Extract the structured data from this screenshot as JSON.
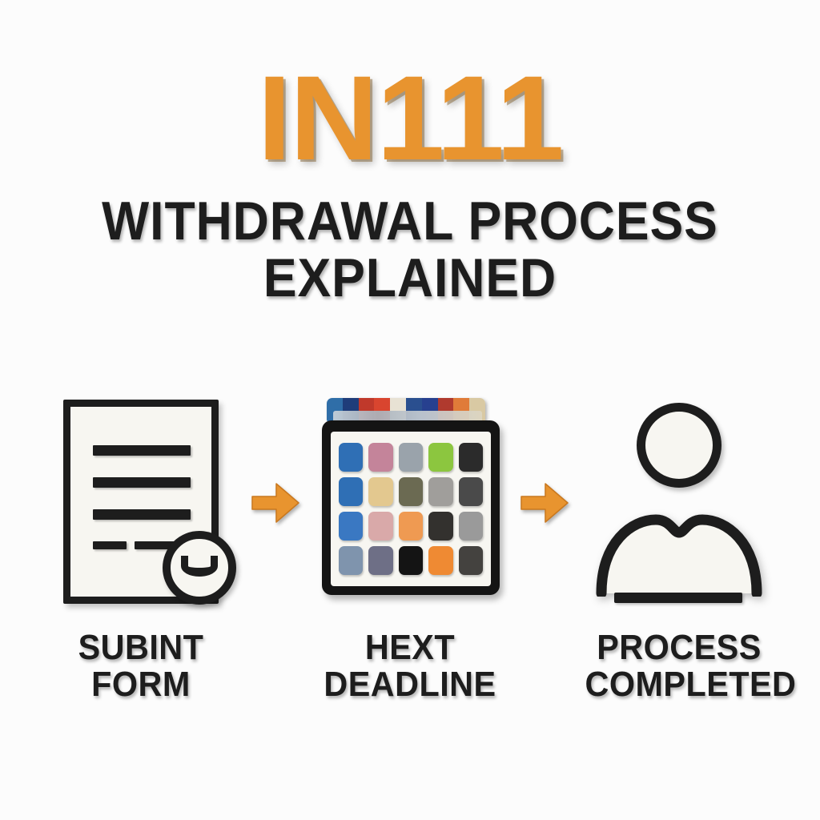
{
  "page": {
    "background_color": "#fcfcfc",
    "accent_color": "#e8942f",
    "ink_color": "#1d1d1d"
  },
  "header": {
    "brand_title": "IN111",
    "subtitle_line1": "WITHDRAWAL PROCESS",
    "subtitle_line2": "EXPLAINED"
  },
  "flow": {
    "steps": [
      {
        "icon": "document-with-seal-icon",
        "caption_line1": "SUBINT",
        "caption_line2": "FORM",
        "doc": {
          "line_count": 3,
          "short_segment_count": 2,
          "seal_mark": "smile-seal"
        }
      },
      {
        "icon": "tablet-calendar-icon",
        "caption_line1": "HEXT",
        "caption_line2": "DEADLINE",
        "tablet": {
          "grid_columns": 5,
          "grid_rows": 4,
          "strip_colors": [
            "#2f6ea8",
            "#1f3d7a",
            "#c0392b",
            "#d9452f",
            "#e8e2d4",
            "#2a4f8f",
            "#27408f",
            "#b03a2e",
            "#e07b39",
            "#d9c9a3"
          ],
          "app_colors": [
            "#2f6fb5",
            "#c4849a",
            "#9aa3ab",
            "#8cc63f",
            "#2b2b2b",
            "#2f6fb5",
            "#e3c88f",
            "#6b6a52",
            "#a09e9b",
            "#4a4a4a",
            "#3a78c2",
            "#d9a9a9",
            "#ef9a52",
            "#33312e",
            "#9a9a9a",
            "#7f94ad",
            "#6e6f86",
            "#141414",
            "#ef8a33",
            "#44423f"
          ]
        }
      },
      {
        "icon": "person-icon",
        "caption_line1": "PROCESS",
        "caption_line2": "COMPLETED"
      }
    ],
    "arrows": [
      {
        "name": "arrow-right-1",
        "color": "#e8942f",
        "direction": "right"
      },
      {
        "name": "arrow-right-2",
        "color": "#e8942f",
        "direction": "right"
      }
    ]
  }
}
